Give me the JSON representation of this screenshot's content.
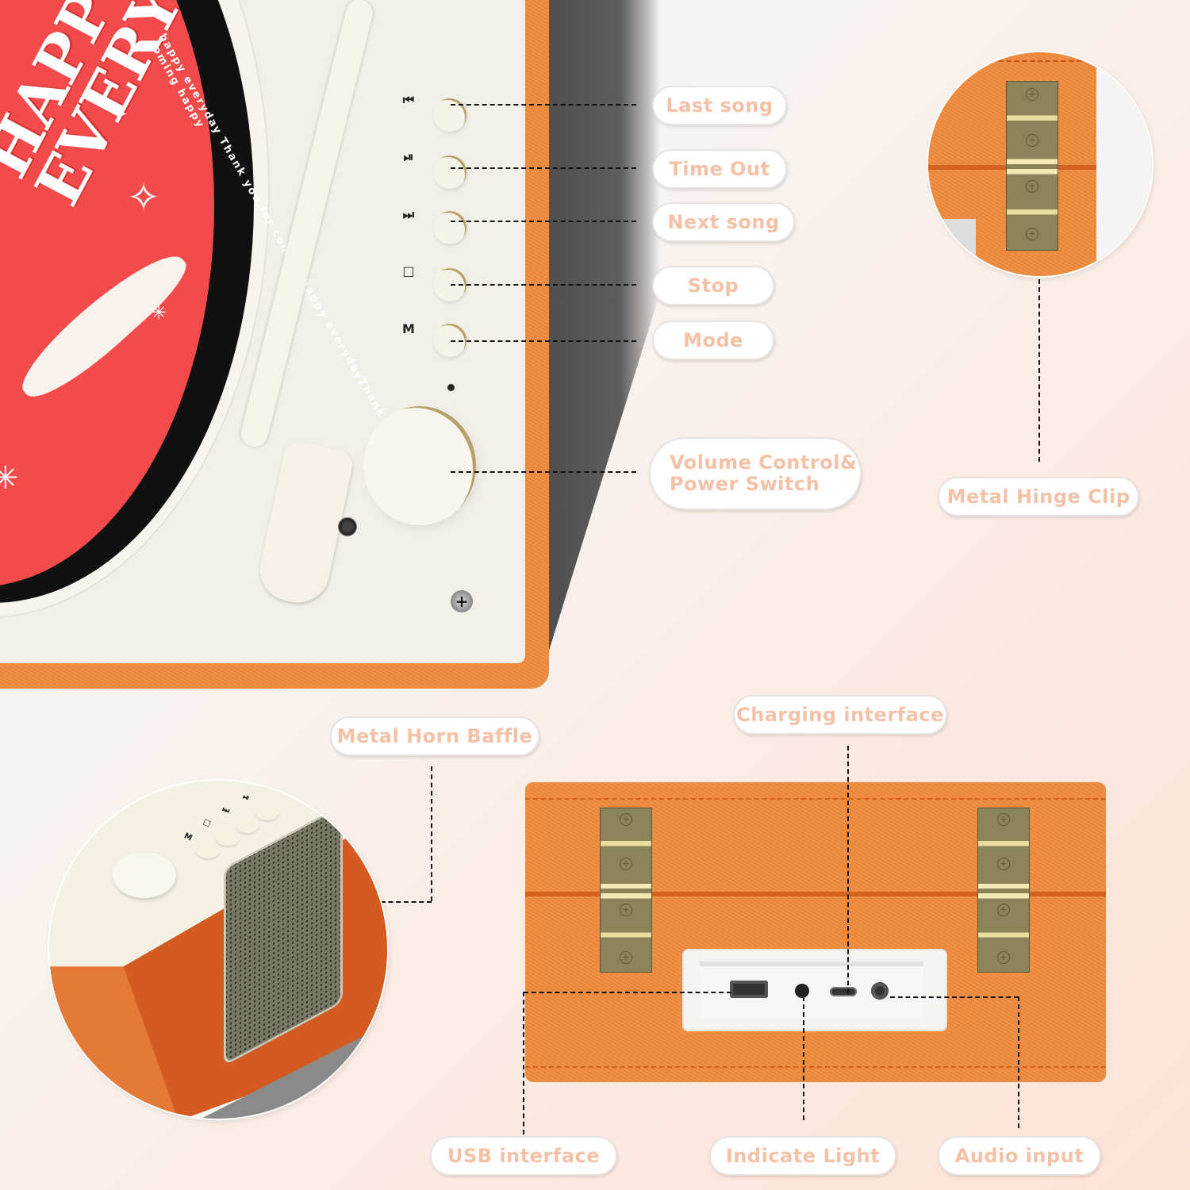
{
  "product": {
    "record_label": {
      "title_lines": [
        "HAPPY",
        "EVERYDAY"
      ],
      "ring_text": "happy everyday Thank you for coming happy everydayThank Thank you for coming happy"
    }
  },
  "controls": [
    {
      "id": "last-song",
      "glyph": "⏮",
      "glyph_name": "previous-track-icon",
      "label": "Last song"
    },
    {
      "id": "time-out",
      "glyph": "⏯",
      "glyph_name": "play-pause-icon",
      "label": "Time Out"
    },
    {
      "id": "next-song",
      "glyph": "⏭",
      "glyph_name": "next-track-icon",
      "label": "Next song"
    },
    {
      "id": "stop",
      "glyph": "□",
      "glyph_name": "stop-icon",
      "label": "Stop"
    },
    {
      "id": "mode",
      "glyph": "M",
      "glyph_name": "mode-icon",
      "label": "Mode"
    }
  ],
  "volume": {
    "label_line1": "Volume Control&",
    "label_line2": "Power Switch"
  },
  "screw_glyph": "+",
  "callouts": {
    "metal_hinge_clip": "Metal Hinge Clip",
    "metal_horn_baffle": "Metal Horn Baffle",
    "charging_interface": "Charging interface",
    "usb_interface": "USB interface",
    "indicate_light": "Indicate Light",
    "audio_input": "Audio input"
  },
  "speaker_mini_glyphs": [
    "M",
    "□",
    "⏭",
    "⏯"
  ],
  "colors": {
    "leather_orange": "#f08a3c",
    "label_red": "#f34b4b",
    "pill_text": "#f4c1a7",
    "panel_cream": "#f2efe8",
    "hinge_brass": "#8b8458"
  }
}
